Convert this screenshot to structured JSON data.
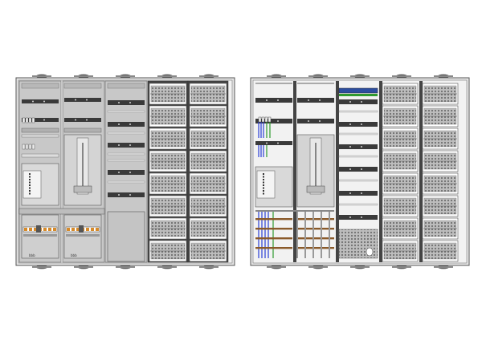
{
  "figure": {
    "panels": [
      {
        "id": "closed",
        "view": "front-covers"
      },
      {
        "id": "open",
        "view": "open-wiring"
      }
    ],
    "bottom_labels": [
      "bbb",
      "bbb"
    ],
    "colors": {
      "frame": "#e6e6e6",
      "cover": "#c8c8c8",
      "rail": "#3a3a3a",
      "mesh": "#9a9a9a",
      "wire_blue": "#2b3fd6",
      "wire_green": "#2f9a2f",
      "wire_brown": "#8a5a2a",
      "busbar": "#b07020",
      "breaker_orange": "#d68a2a",
      "breaker_blue": "#2c4ea0"
    }
  }
}
